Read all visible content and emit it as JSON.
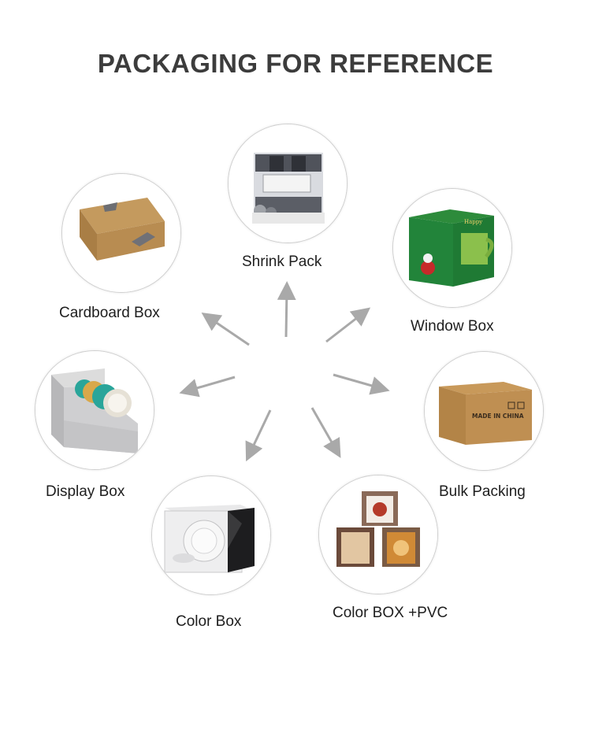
{
  "title": "PACKAGING FOR REFERENCE",
  "items": [
    {
      "label": "Shrink Pack",
      "icon": "shrink-pack-image"
    },
    {
      "label": "Cardboard Box",
      "icon": "cardboard-box-image"
    },
    {
      "label": "Window Box",
      "icon": "window-box-image"
    },
    {
      "label": "Display Box",
      "icon": "display-box-image"
    },
    {
      "label": "Bulk Packing",
      "icon": "bulk-packing-image",
      "box_print": "MADE IN CHINA"
    },
    {
      "label": "Color Box",
      "icon": "color-box-image"
    },
    {
      "label": "Color BOX +PVC",
      "icon": "color-box-pvc-image"
    }
  ],
  "colors": {
    "title": "#3c3c3c",
    "arrow": "#a9a9a9",
    "circle_border": "#cfcfcf"
  }
}
